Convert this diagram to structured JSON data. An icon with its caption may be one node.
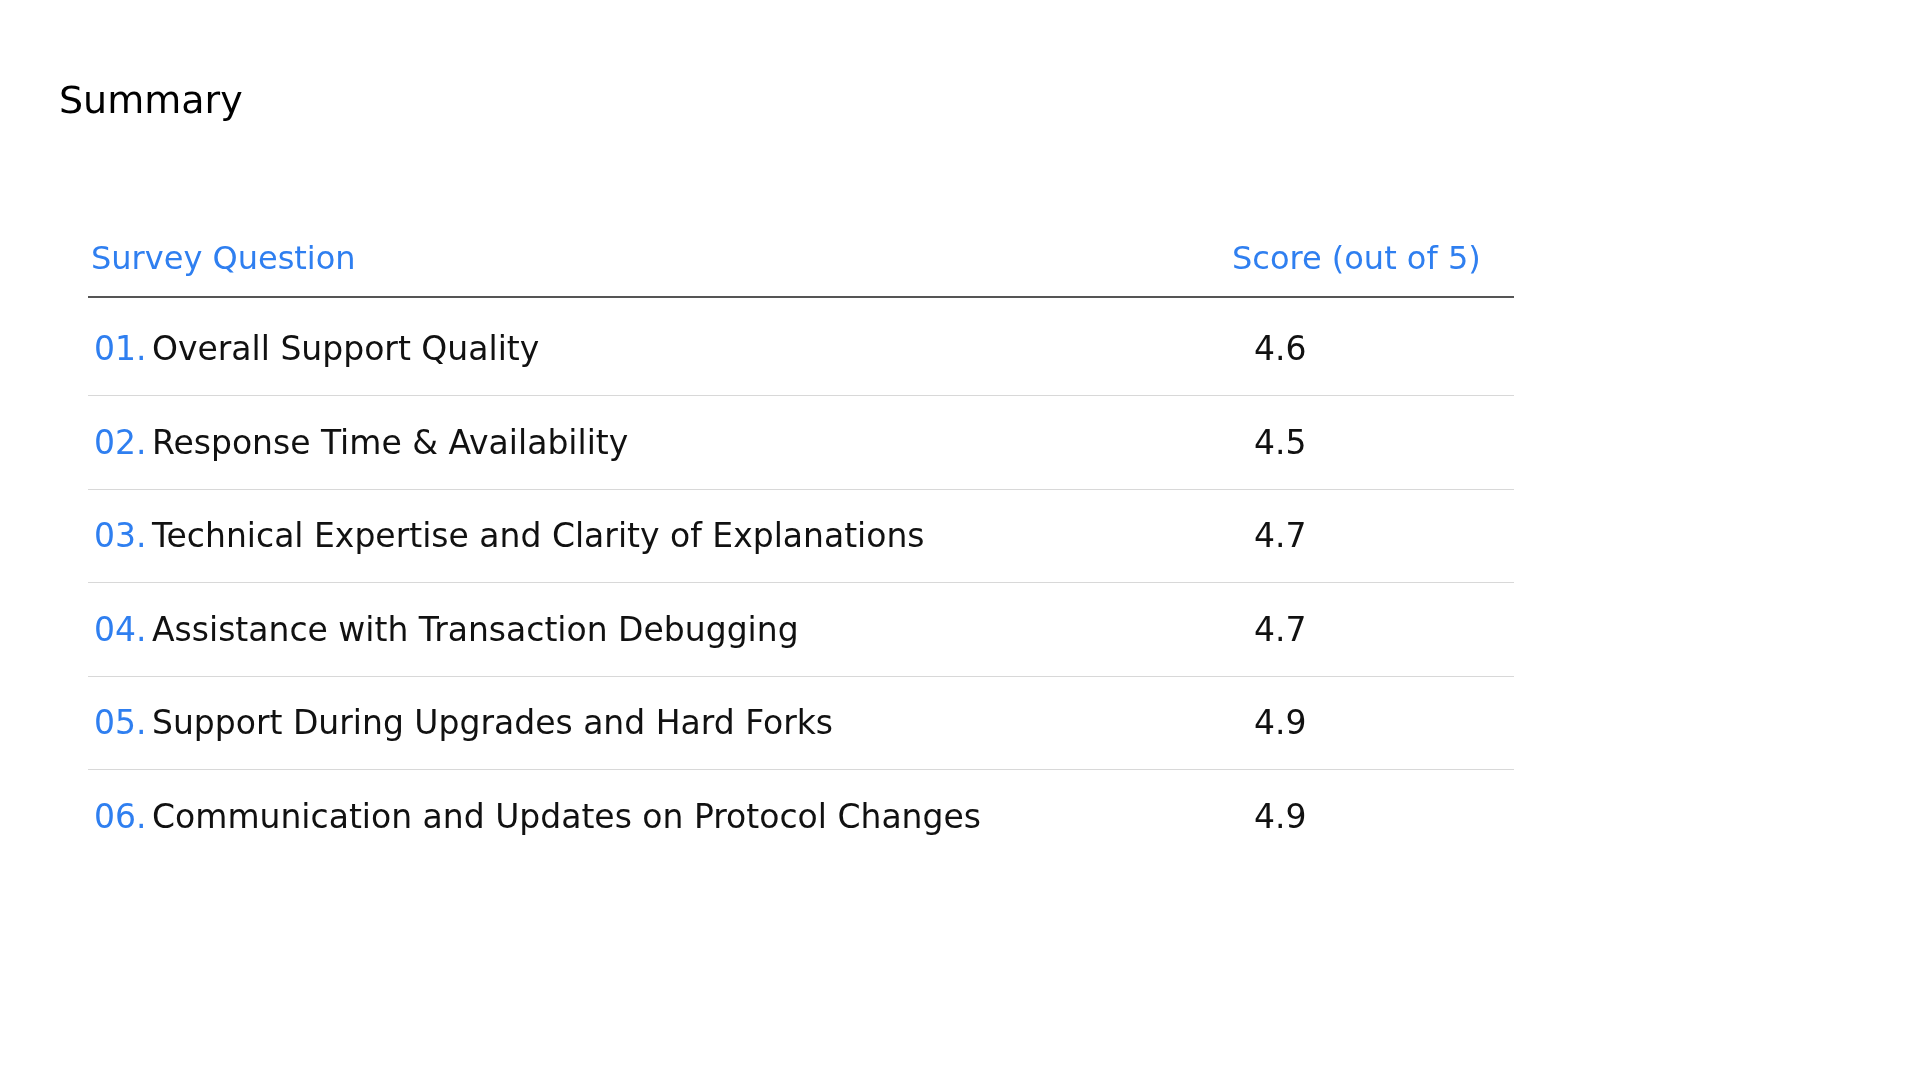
{
  "diagram": {
    "title": "Summary",
    "labels": [
      "Survey Question",
      "Score (out of 5)",
      "01.",
      "Overall Support Quality",
      "4.6",
      "02.",
      "Response Time & Availability",
      "4.5",
      "03.",
      "Technical Expertise and Clarity of Explanations",
      "4.7",
      "04.",
      "Assistance with Transaction Debugging",
      "4.7",
      "05.",
      "Support During Upgrades and Hard Forks",
      "4.9",
      "06.",
      "Communication and Updates on Protocol Changes",
      "4.9"
    ]
  }
}
